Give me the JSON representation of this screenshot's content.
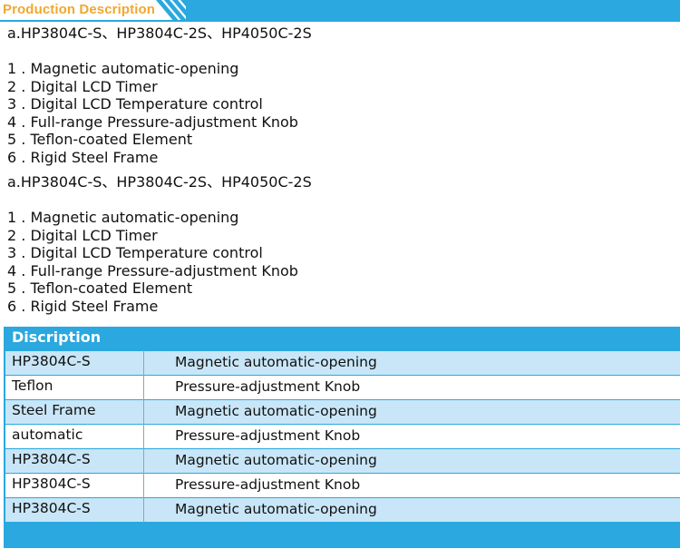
{
  "header": {
    "title": "Production Description"
  },
  "blocks": [
    {
      "model_line": "a.HP3804C-S、HP3804C-2S、HP4050C-2S",
      "features": [
        "1 . Magnetic automatic-opening",
        "2 . Digital LCD Timer",
        "3 . Digital LCD Temperature control",
        "4 . Full-range Pressure-adjustment Knob",
        "5 . Teflon-coated Element",
        "6 . Rigid Steel Frame"
      ]
    },
    {
      "model_line": "a.HP3804C-S、HP3804C-2S、HP4050C-2S",
      "features": [
        "1 . Magnetic automatic-opening",
        "2 . Digital LCD Timer",
        "3 . Digital LCD Temperature control",
        "4 . Full-range Pressure-adjustment Knob",
        "5 . Teflon-coated Element",
        "6 . Rigid Steel Frame"
      ]
    }
  ],
  "table": {
    "title": "Discription",
    "rows": [
      [
        "HP3804C-S",
        "Magnetic automatic-opening"
      ],
      [
        "Teflon",
        "Pressure-adjustment Knob"
      ],
      [
        "Steel Frame",
        "Magnetic automatic-opening"
      ],
      [
        "automatic",
        "Pressure-adjustment Knob"
      ],
      [
        "HP3804C-S",
        "Magnetic automatic-opening"
      ],
      [
        "HP3804C-S",
        "Pressure-adjustment Knob"
      ],
      [
        "HP3804C-S",
        "Magnetic automatic-opening"
      ]
    ]
  },
  "colors": {
    "accent": "#2aa8df",
    "title": "#f0a830",
    "row_alt": "#c8e6f7"
  }
}
